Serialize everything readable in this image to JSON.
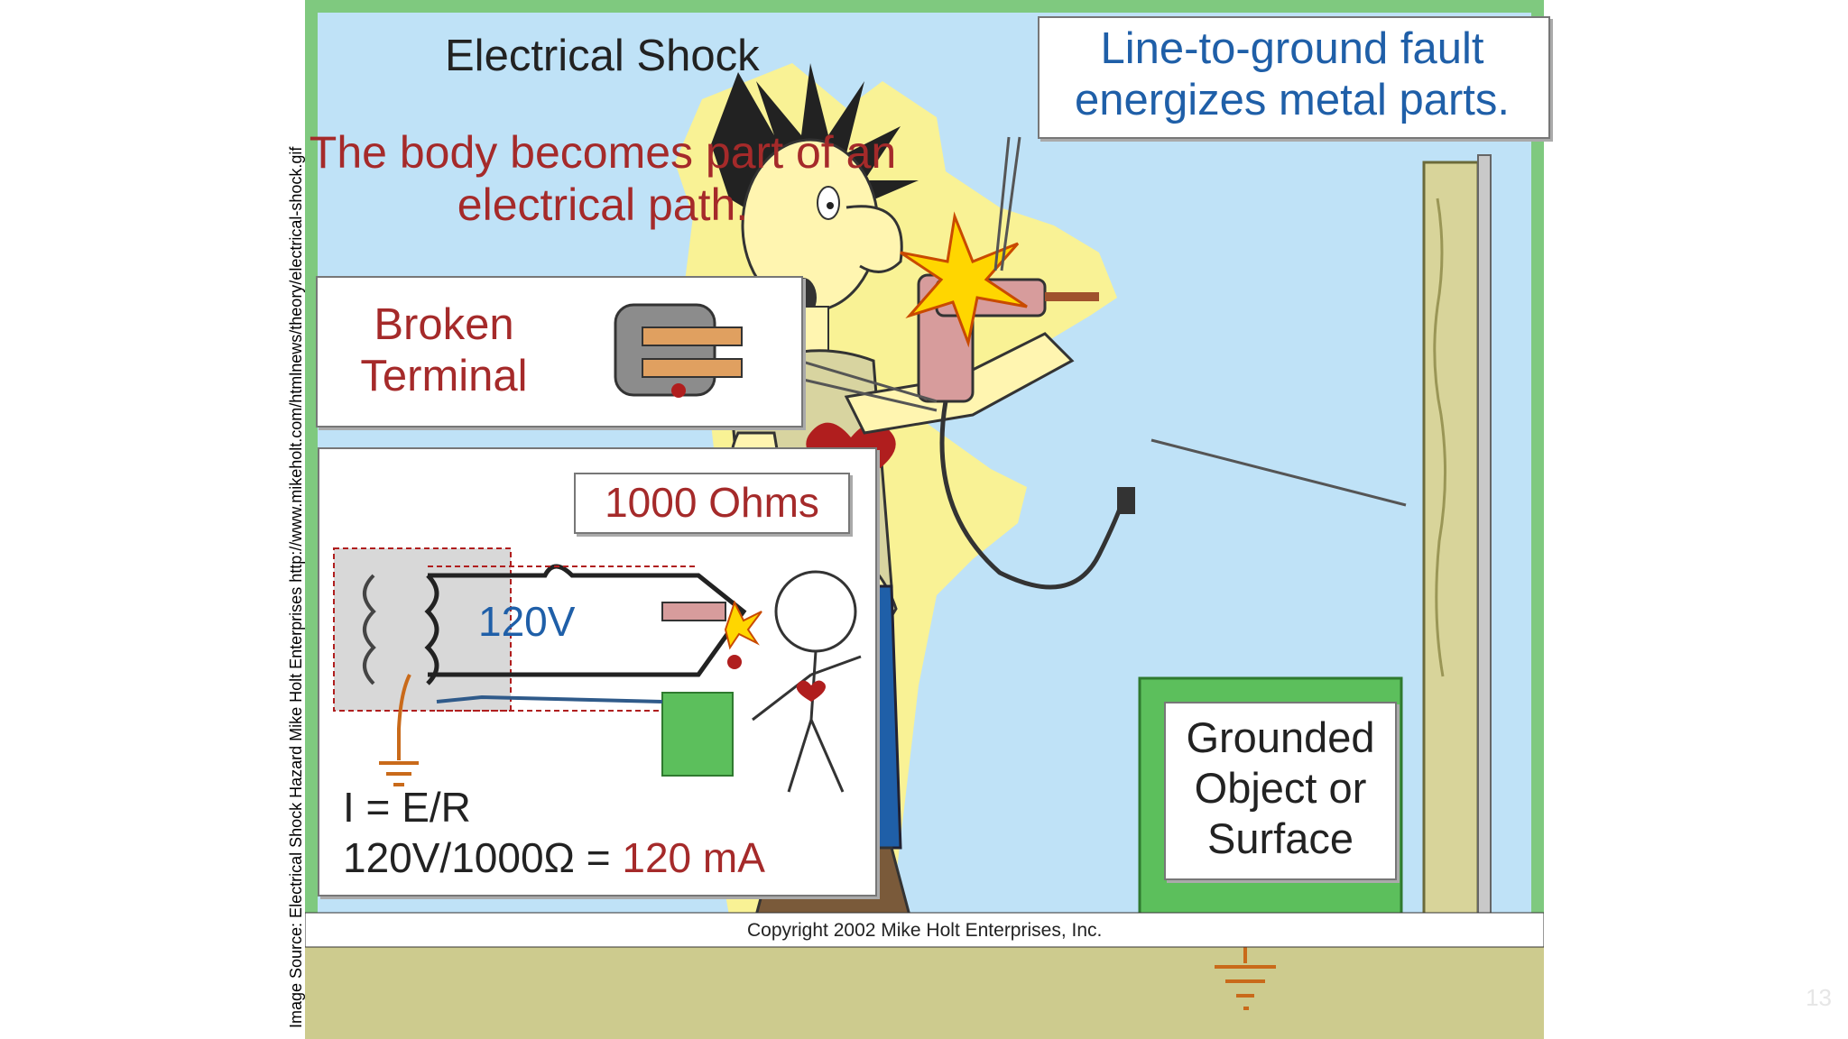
{
  "source_caption": "Image Source: Electrical Shock Hazard Mike Holt Enterprises http://www.mikeholt.com/htmlnews/theory/electrical-shock.gif",
  "slide_number": "13",
  "illustration": {
    "title": "Electrical Shock",
    "subtitle": "The body becomes part of an electrical path.",
    "fault_callout": "Line-to-ground fault energizes metal parts.",
    "broken_terminal_label": "Broken Terminal",
    "resistance_label": "1000 Ohms",
    "voltage_label": "120V",
    "formula_line1": "I = E/R",
    "formula_line2_prefix": "120V/1000Ω =",
    "formula_line2_result": "120 mA",
    "grounded_label": "Grounded Object or Surface",
    "copyright": "Copyright 2002  Mike Holt Enterprises, Inc."
  },
  "colors": {
    "sky": "#bfe2f7",
    "green_border": "#7fc97f",
    "ground_soil": "#cdcb8e",
    "label_red": "#a52a2a",
    "label_blue": "#1f5fa8",
    "shock_glow": "#fff48a",
    "grounded_box": "#5cbf5c"
  }
}
